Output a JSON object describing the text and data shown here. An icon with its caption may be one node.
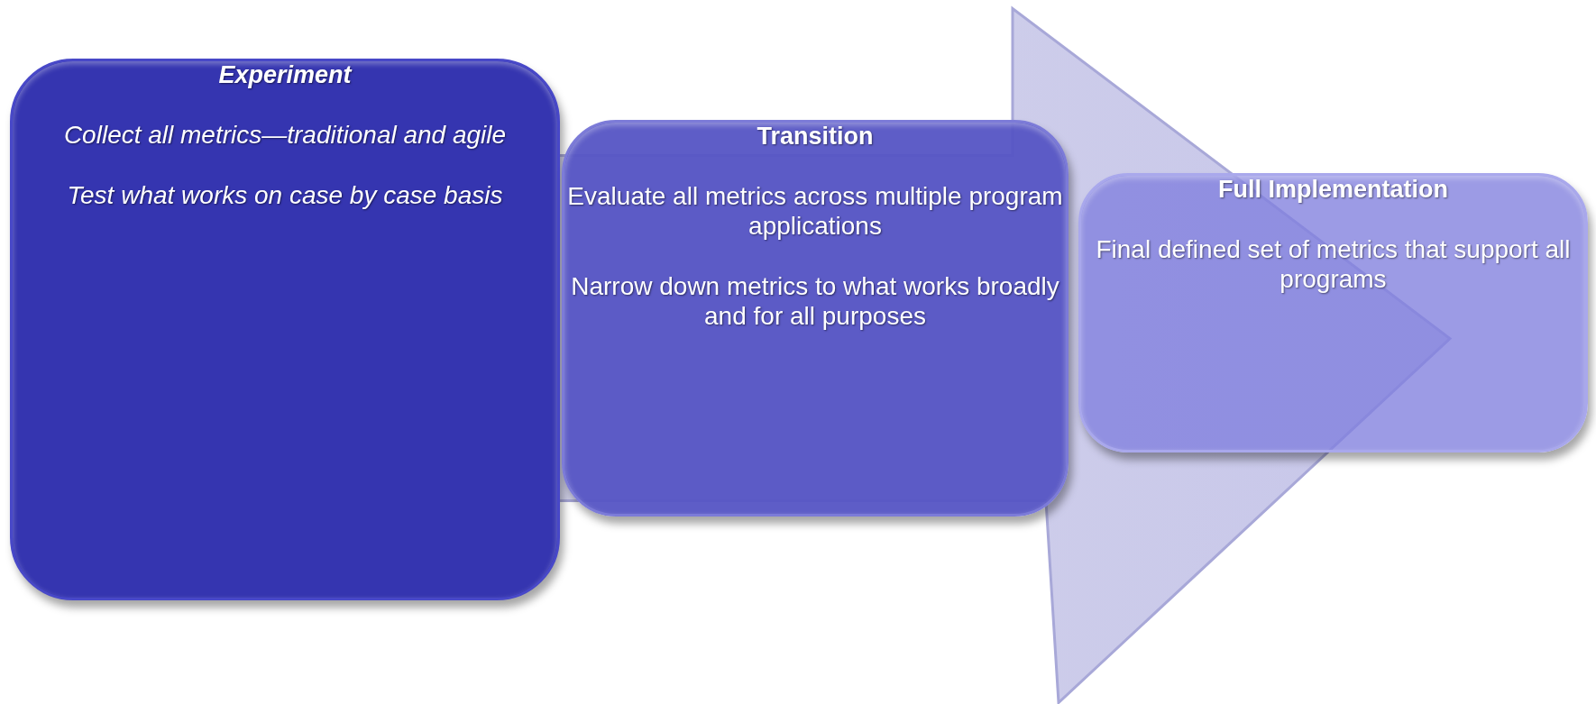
{
  "diagram": {
    "nodes": [
      {
        "text": [
          "Experiment",
          "Collect all metrics—traditional and agile",
          "Test what works on case by case basis"
        ]
      },
      {
        "text": [
          "Transition",
          "Evaluate all metrics across multiple program applications",
          "Narrow down metrics to what works broadly and for all purposes"
        ]
      },
      {
        "text": [
          "Full Implementation",
          "Final defined set of metrics that support all programs"
        ]
      }
    ],
    "edges": [
      {
        "from": 0,
        "to": 2,
        "arrow": "to",
        "style": "thick"
      }
    ]
  }
}
